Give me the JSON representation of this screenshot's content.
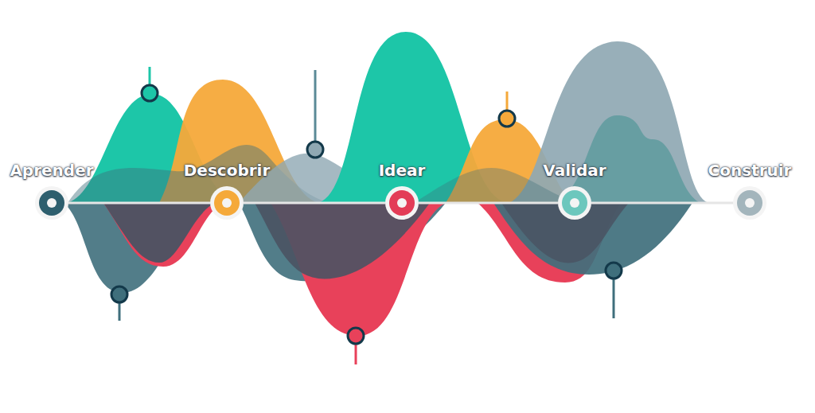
{
  "diagram": {
    "nodes": [
      {
        "text": [
          "Aprender"
        ]
      },
      {
        "text": [
          "Descobrir"
        ]
      },
      {
        "text": [
          "Idear"
        ]
      },
      {
        "text": [
          "Validar"
        ]
      },
      {
        "text": [
          "Construir"
        ]
      }
    ],
    "edges": [
      {
        "from": 0,
        "to": 1,
        "arrow": "none"
      },
      {
        "from": 1,
        "to": 2,
        "arrow": "none"
      },
      {
        "from": 2,
        "to": 3,
        "arrow": "none"
      },
      {
        "from": 3,
        "to": 4,
        "arrow": "none"
      }
    ]
  }
}
